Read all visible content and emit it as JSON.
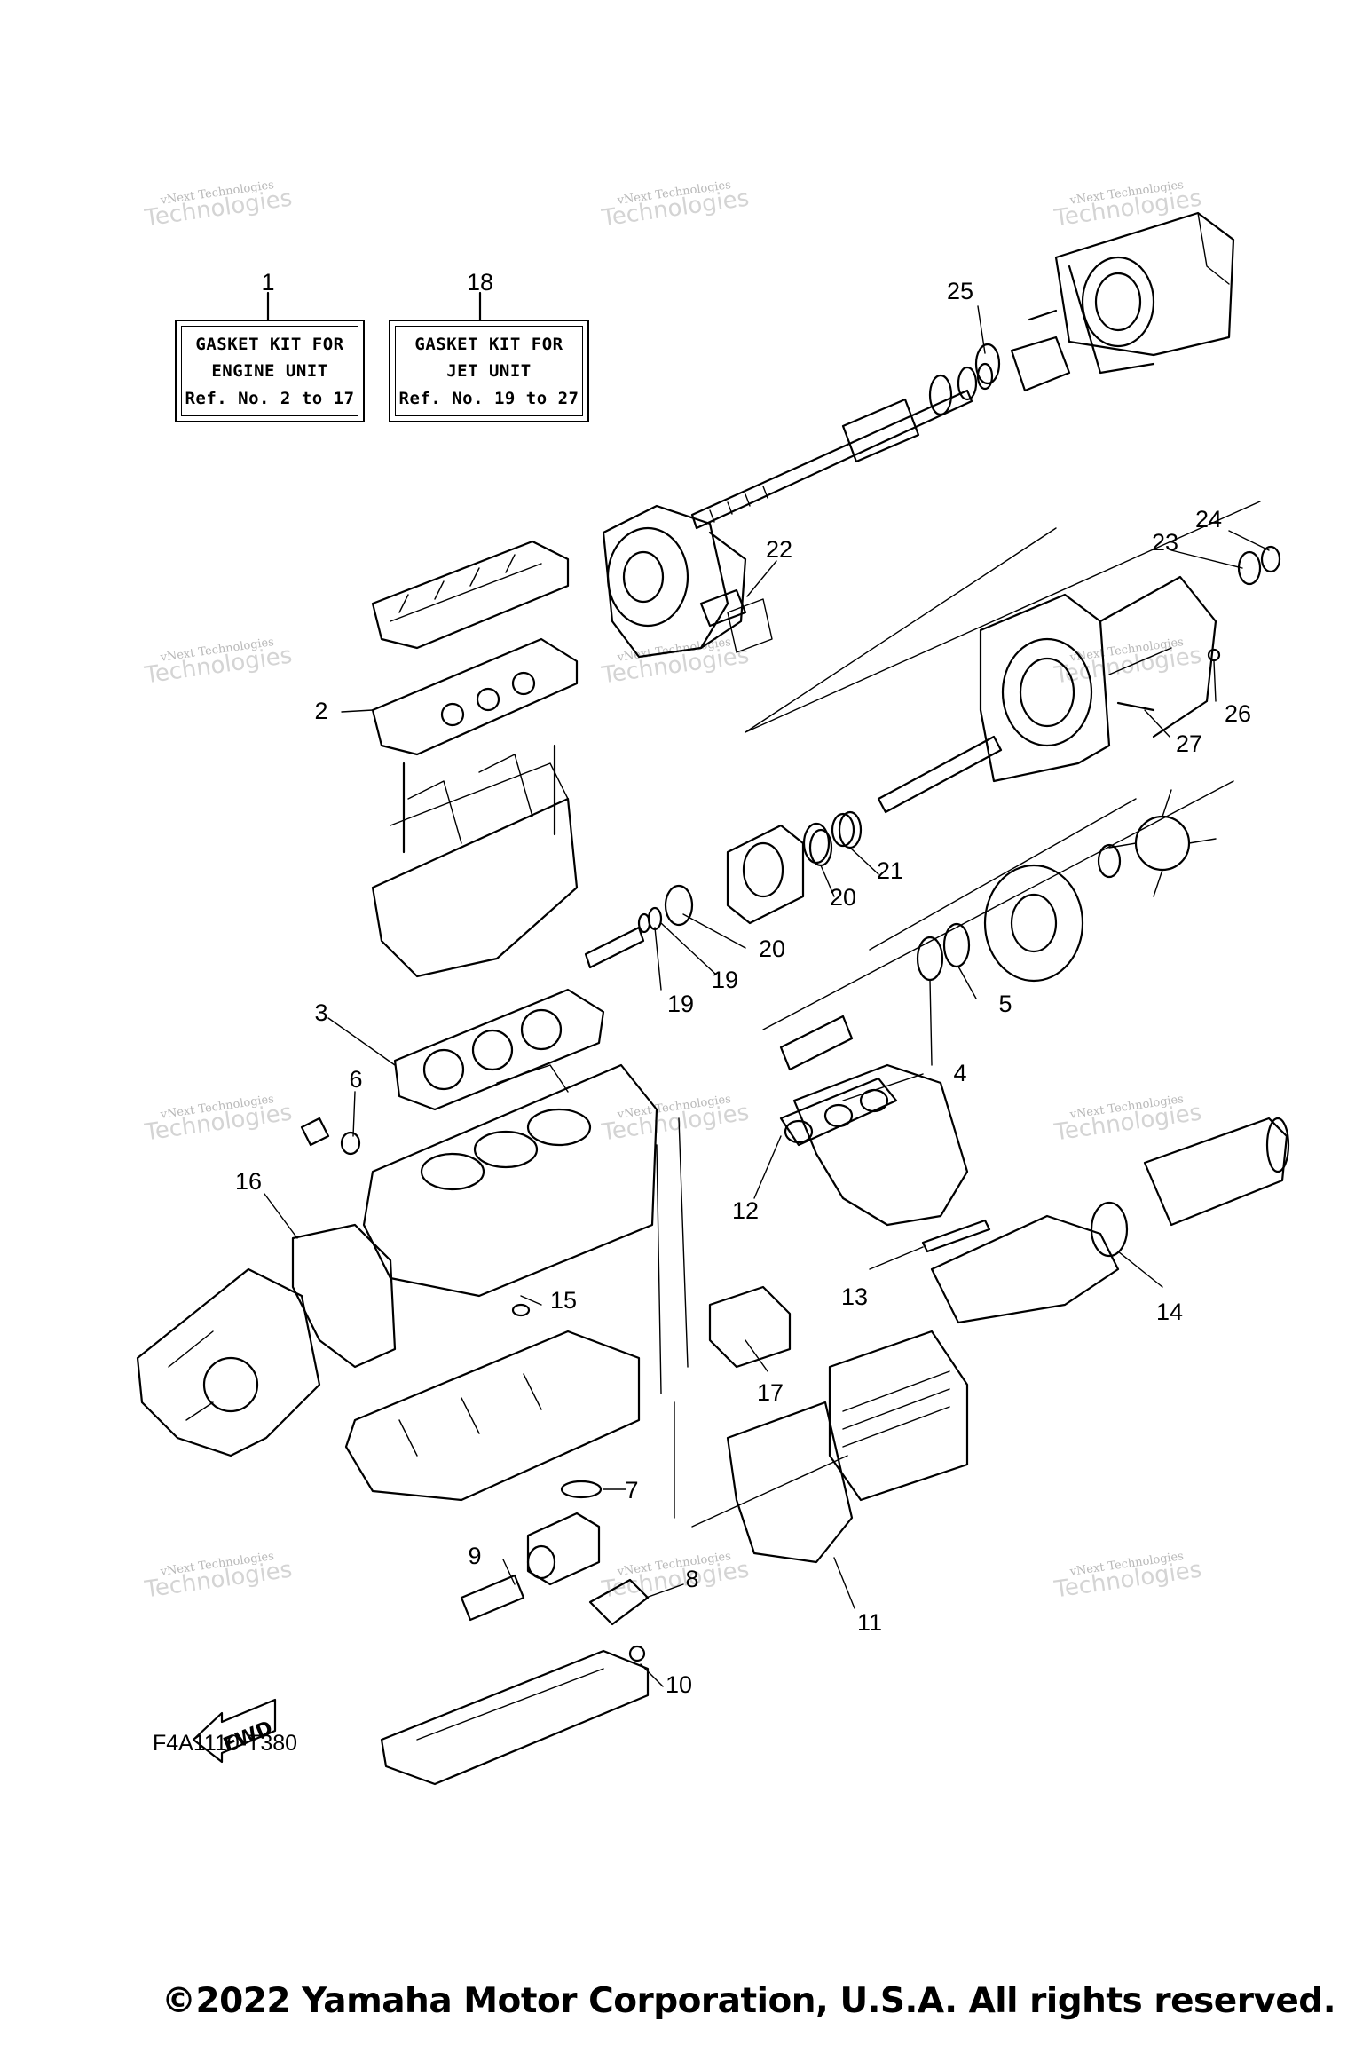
{
  "kits": [
    {
      "ref": "1",
      "lines": [
        "GASKET KIT FOR",
        "ENGINE UNIT",
        "Ref. No. 2 to 17"
      ]
    },
    {
      "ref": "18",
      "lines": [
        "GASKET KIT FOR",
        "JET UNIT",
        "Ref. No. 19 to 27"
      ]
    }
  ],
  "callouts": [
    "2",
    "3",
    "4",
    "5",
    "6",
    "7",
    "8",
    "9",
    "10",
    "11",
    "12",
    "13",
    "14",
    "15",
    "16",
    "17",
    "19",
    "19",
    "20",
    "20",
    "21",
    "22",
    "23",
    "24",
    "25",
    "26",
    "27"
  ],
  "watermark": {
    "line1": "vNext Technologies",
    "line2": "Technologies",
    "line3": "vNext"
  },
  "fwd_label": "FWD",
  "drawing_code": "F4A1110-T380",
  "copyright": "©2022 Yamaha Motor Corporation, U.S.A. All rights reserved."
}
